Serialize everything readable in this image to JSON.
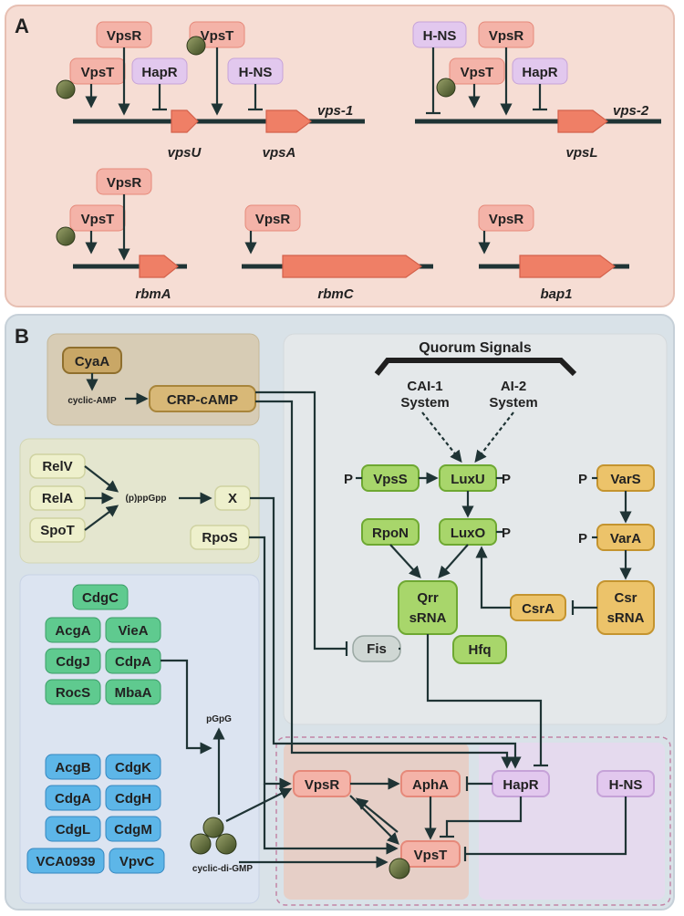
{
  "panel_a": {
    "label": "A",
    "vps1": {
      "operon": "vps-1",
      "regulators": [
        "VpsR",
        "VpsT",
        "VpsT",
        "HapR",
        "H-NS"
      ],
      "genes": [
        "vpsU",
        "vpsA"
      ]
    },
    "vps2": {
      "operon": "vps-2",
      "regulators": [
        "H-NS",
        "VpsR",
        "VpsT",
        "HapR"
      ],
      "genes": [
        "vpsL"
      ]
    },
    "rbmA": {
      "regulators": [
        "VpsR",
        "VpsT"
      ],
      "gene": "rbmA"
    },
    "rbmC": {
      "regulators": [
        "VpsR"
      ],
      "gene": "rbmC"
    },
    "bap1": {
      "regulators": [
        "VpsR"
      ],
      "gene": "bap1"
    }
  },
  "panel_b": {
    "label": "B",
    "camp": {
      "cyaA": "CyaA",
      "cyclic_amp": "cyclic-AMP",
      "crp": "CRP-cAMP"
    },
    "ppgpp": {
      "relV": "RelV",
      "relA": "RelA",
      "spoT": "SpoT",
      "ppgpp": "(p)ppGpp",
      "x": "X",
      "rpoS": "RpoS"
    },
    "dgc_pde_green": [
      "CdgC",
      "AcgA",
      "VieA",
      "CdgJ",
      "CdpA",
      "RocS",
      "MbaA"
    ],
    "dgc_blue": [
      "AcgB",
      "CdgK",
      "CdgA",
      "CdgH",
      "CdgL",
      "CdgM",
      "VCA0939",
      "VpvC"
    ],
    "pgpg": "pGpG",
    "cdigmp": "cyclic-di-GMP",
    "quorum": {
      "title": "Quorum Signals",
      "cai1": [
        "CAI-1",
        "System"
      ],
      "ai2": [
        "AI-2",
        "System"
      ],
      "vpsS": "VpsS",
      "luxU": "LuxU",
      "rpoN": "RpoN",
      "luxO": "LuxO",
      "qrr": [
        "Qrr",
        "sRNA"
      ],
      "hfq": "Hfq",
      "varS": "VarS",
      "varA": "VarA",
      "csr": [
        "Csr",
        "sRNA"
      ],
      "csrA": "CsrA",
      "p": "P"
    },
    "fis": "Fis",
    "core": {
      "vpsR": "VpsR",
      "aphA": "AphA",
      "hapR": "HapR",
      "hns": "H-NS",
      "vpsT": "VpsT"
    }
  },
  "colors": {
    "panel_a_bg": "#f6ddd4",
    "panel_b_bg": "#d9e2e8",
    "pink_box": "#f4b3a8",
    "purple_box": "#e2c8ee",
    "gene_arrow": "#ef7f66",
    "green_box": "#a8d66b",
    "yellow_green_box": "#eef0cc",
    "teal_box": "#5fca8f",
    "blue_box": "#5db6e8",
    "orange_box": "#ecc36a",
    "brown_box": "#c9a766",
    "gray_box": "#cfd7d4",
    "line": "#1f3435"
  }
}
